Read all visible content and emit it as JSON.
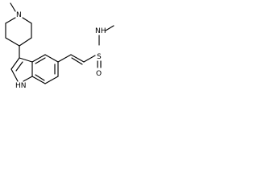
{
  "molecule": {
    "atoms": {
      "n_methyl_top": "N",
      "indole_nh": "HN",
      "sulfonamide_nh": "NH",
      "sulfur": "S",
      "oxygen": "O"
    }
  }
}
